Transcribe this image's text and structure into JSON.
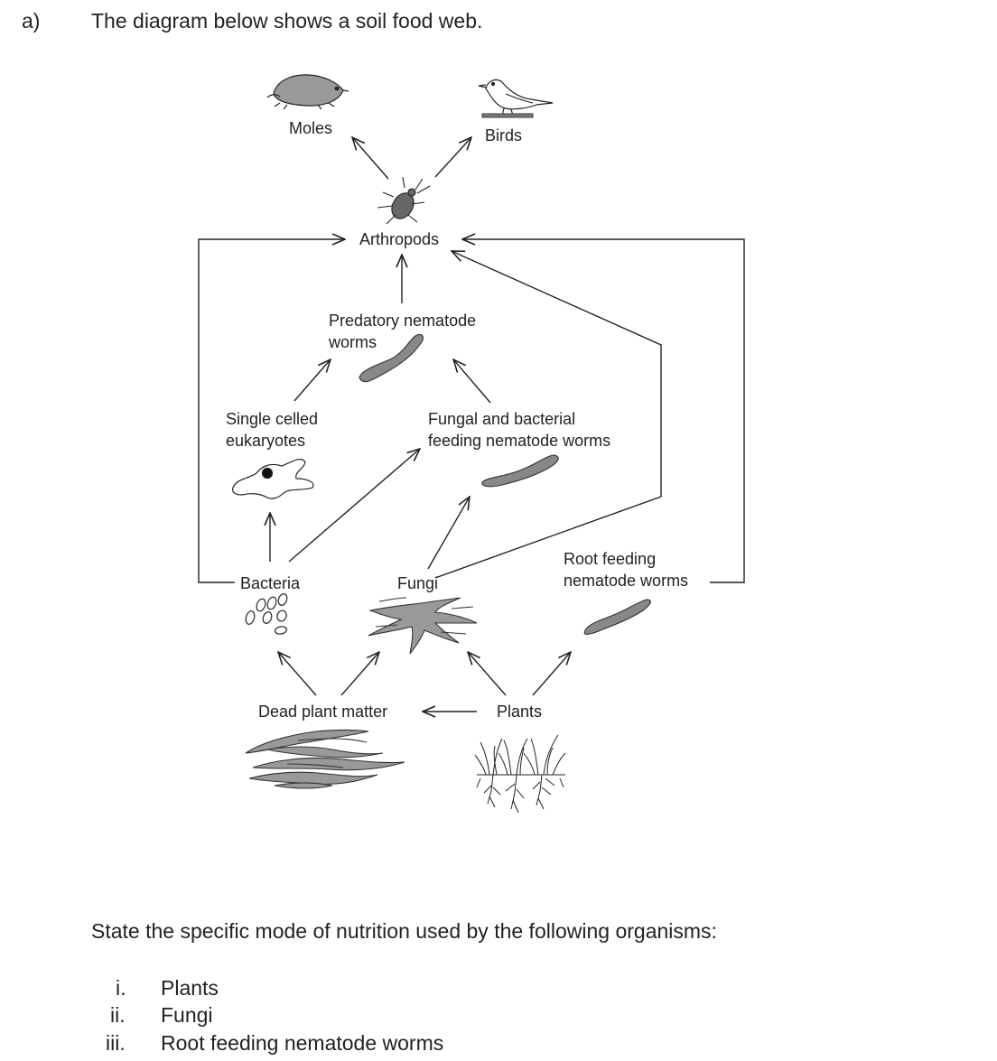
{
  "question": {
    "part_label": "a)",
    "intro": "The diagram below shows a soil food web.",
    "prompt": "State the specific mode of nutrition used by the following organisms:",
    "items": [
      {
        "num": "i.",
        "text": "Plants"
      },
      {
        "num": "ii.",
        "text": "Fungi"
      },
      {
        "num": "iii.",
        "text": "Root feeding nematode worms"
      }
    ]
  },
  "diagram": {
    "nodes": {
      "moles": "Moles",
      "birds": "Birds",
      "arthropods": "Arthropods",
      "predatory_line1": "Predatory nematode",
      "predatory_line2": "worms",
      "single_line1": "Single celled",
      "single_line2": "eukaryotes",
      "fungal_line1": "Fungal and bacterial",
      "fungal_line2": "feeding nematode worms",
      "bacteria": "Bacteria",
      "fungi": "Fungi",
      "root_line1": "Root feeding",
      "root_line2": "nematode worms",
      "dead_plant": "Dead plant matter",
      "plants": "Plants"
    },
    "icons": [
      "mole-icon",
      "bird-icon",
      "beetle-icon",
      "nematode-worm-icon",
      "amoeba-icon",
      "bacteria-icon",
      "fungi-icon",
      "dead-plant-icon",
      "plants-icon"
    ]
  }
}
